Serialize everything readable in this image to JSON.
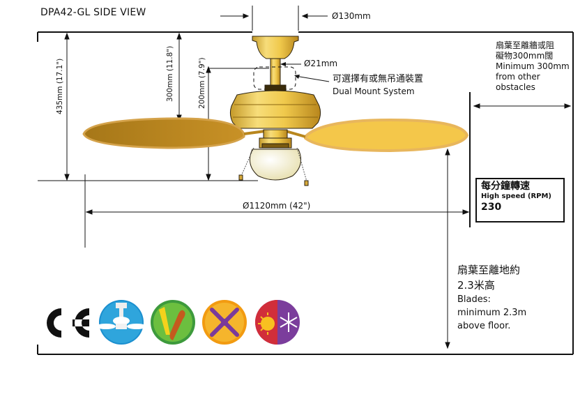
{
  "title": "DPA42-GL  SIDE VIEW",
  "dimensions": {
    "canopy_diameter": "Ø130mm",
    "downrod_diameter": "Ø21mm",
    "height_total": "435mm (17.1\")",
    "height_300": "300mm (11.8\")",
    "height_200": "200mm (7.9\")",
    "span": "Ø1120mm  (42\")"
  },
  "mount": {
    "zh": "可選擇有或無吊通裝置",
    "en": "Dual Mount System"
  },
  "clearance_wall": {
    "zh_line1": "扇葉至離牆或阻",
    "zh_line2": "礙物300mm闊",
    "en_lines": [
      "Minimum 300mm",
      "from other",
      "obstacles"
    ]
  },
  "speed": {
    "zh": "每分鐘轉速",
    "en": "High speed (RPM)",
    "value": "230"
  },
  "clearance_floor": {
    "zh_line1": "扇葉至離地約",
    "zh_line2": "2.3米高",
    "en_lines": [
      "Blades:",
      "minimum 2.3m",
      "above floor."
    ]
  },
  "badges": {
    "ce": "CE",
    "icons": [
      "fan-mount-icon",
      "reversible-blades-icon",
      "four-blade-icon",
      "summer-winter-icon"
    ]
  },
  "colors": {
    "blade_light": "#f3c64c",
    "blade_dark": "#b8861d",
    "blade_rim": "#e7b35c",
    "brass": "#f2cf5a",
    "brass_dark": "#b8891c",
    "globe": "#f3eecd"
  }
}
